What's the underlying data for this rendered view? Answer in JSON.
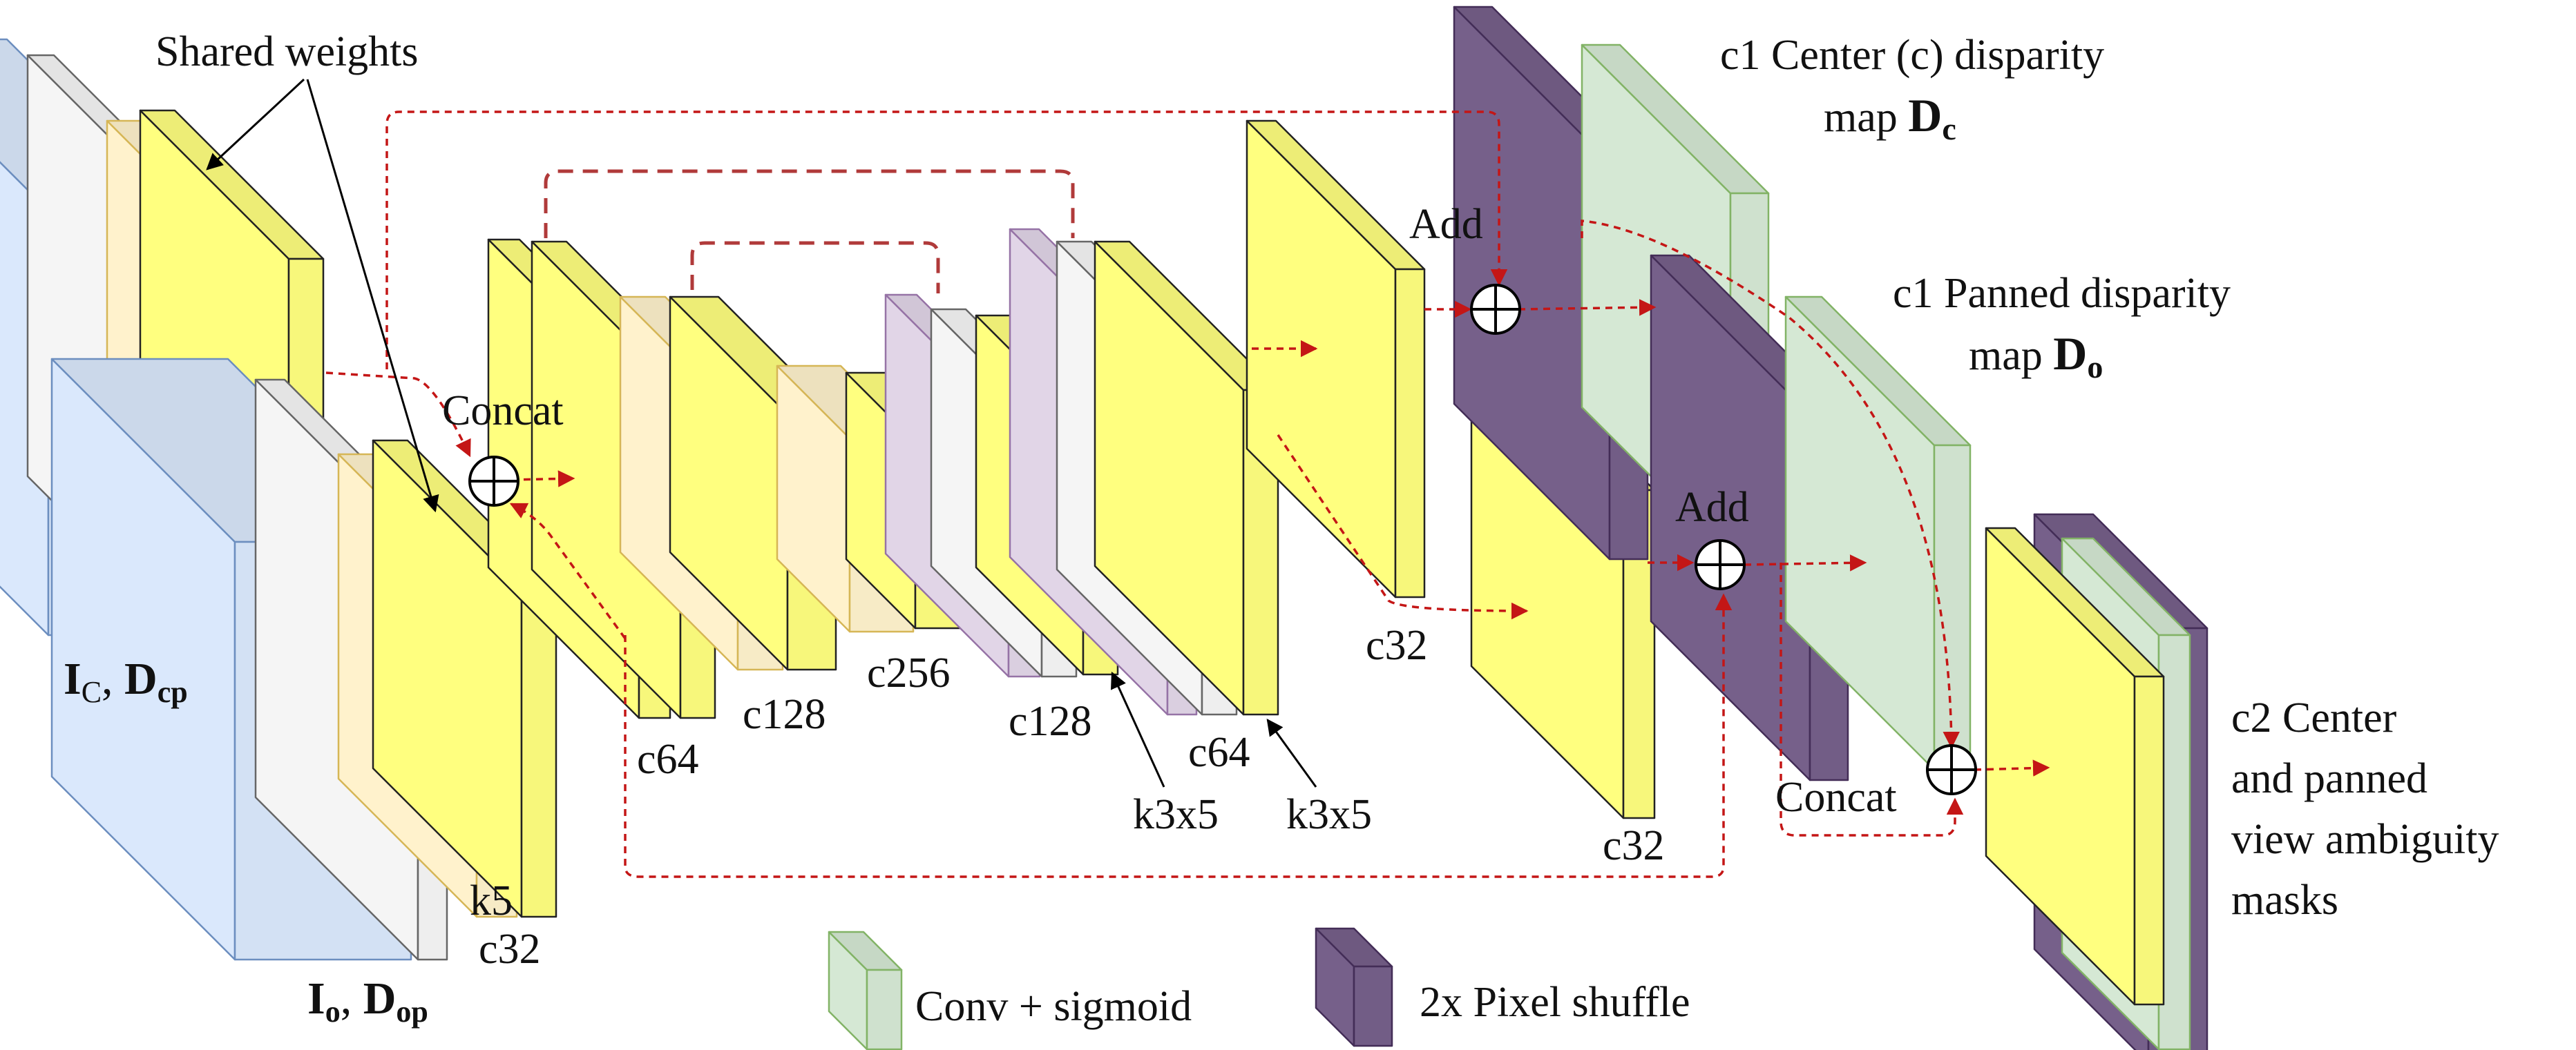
{
  "colors": {
    "yellow": "#ffff7f",
    "blue": "#dae8fc",
    "gray": "#f5f5f5",
    "orange": "#fff2cc",
    "lavender": "#e1d5e7",
    "green": "#d5e8d4",
    "purple": "#76608a",
    "flow": "#c41616",
    "skip": "#b03a3a"
  },
  "labels": {
    "shared_weights": "Shared weights",
    "concat_left": "Concat",
    "add_top": "Add",
    "add_bottom": "Add",
    "concat_right": "Concat",
    "c64_a": "c64",
    "c128_a": "c128",
    "c256": "c256",
    "c128_b": "c128",
    "c64_b": "c64",
    "k3x5_a": "k3x5",
    "k3x5_b": "k3x5",
    "c32_top": "c32",
    "c32_bottom": "c32",
    "k5": "k5",
    "c32_input": "c32"
  },
  "inputs": {
    "top": {
      "sym1": "I",
      "sub1": "C",
      "sep": ", ",
      "sym2": "D",
      "sub2": "cp"
    },
    "bottom": {
      "sym1": "I",
      "sub1": "o",
      "sep": ", ",
      "sym2": "D",
      "sub2": "op"
    }
  },
  "outputs": {
    "center": {
      "line1": "c1  Center (c) disparity",
      "line2_text": "map ",
      "sym": "D",
      "sub": "c"
    },
    "panned": {
      "line1": "c1  Panned disparity",
      "line2_text": "map ",
      "sym": "D",
      "sub": "o"
    },
    "masks": {
      "lines": [
        "c2  Center",
        "and panned",
        "view ambiguity",
        "masks"
      ]
    }
  },
  "legend": {
    "conv_sigmoid": "Conv + sigmoid",
    "pixel_shuffle": "2x Pixel shuffle"
  }
}
